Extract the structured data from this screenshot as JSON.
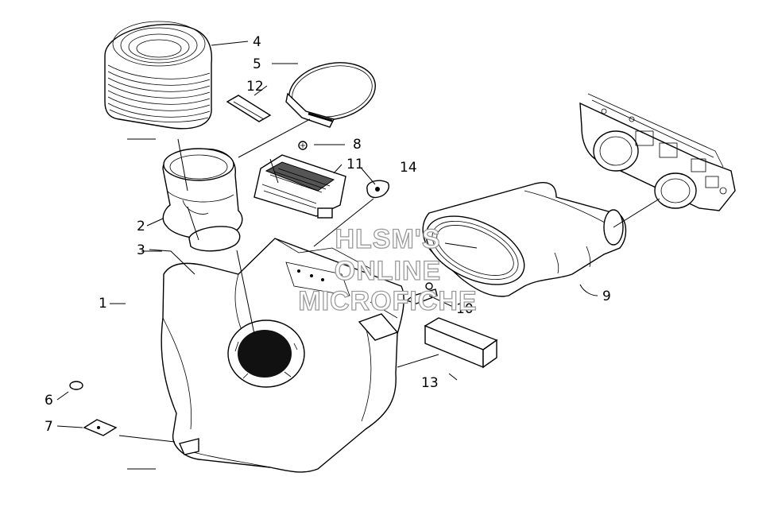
{
  "callouts": {
    "p1": "1",
    "p2": "2",
    "p3": "3",
    "p4": "4",
    "p5": "5",
    "p6": "6",
    "p7": "7",
    "p8": "8",
    "p9": "9",
    "p10": "10",
    "p11": "11",
    "p12": "12",
    "p13": "13",
    "p14": "14"
  },
  "watermark": {
    "line1": "HLSM'S",
    "line2": "ONLINE",
    "line3": "MICROFICHE"
  },
  "colors": {
    "ink": "#000000",
    "paper": "#ffffff",
    "watermark_outline": "#9a9a9a"
  }
}
